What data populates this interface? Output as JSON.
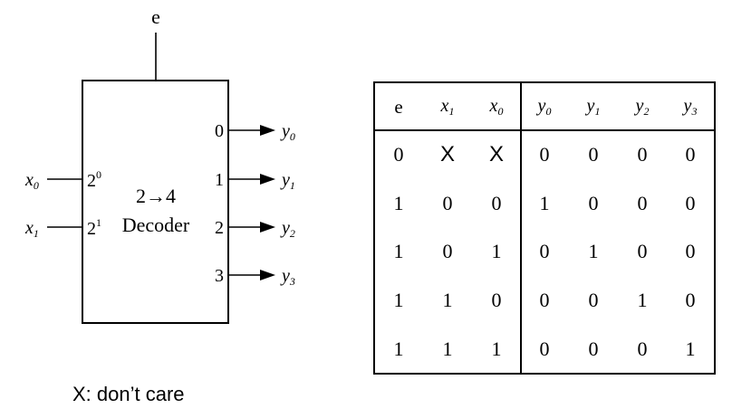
{
  "decoder": {
    "enable": "e",
    "title_line1": "2→4",
    "title_line2": "Decoder",
    "inputs": [
      {
        "var": "x",
        "sub": "0",
        "port": "2",
        "exp": "0"
      },
      {
        "var": "x",
        "sub": "1",
        "port": "2",
        "exp": "1"
      }
    ],
    "outputs": [
      {
        "index": "0",
        "var": "y",
        "sub": "0"
      },
      {
        "index": "1",
        "var": "y",
        "sub": "1"
      },
      {
        "index": "2",
        "var": "y",
        "sub": "2"
      },
      {
        "index": "3",
        "var": "y",
        "sub": "3"
      }
    ]
  },
  "truth_table": {
    "headers": [
      {
        "var": "e",
        "sub": ""
      },
      {
        "var": "x",
        "sub": "1"
      },
      {
        "var": "x",
        "sub": "0"
      },
      {
        "var": "y",
        "sub": "0"
      },
      {
        "var": "y",
        "sub": "1"
      },
      {
        "var": "y",
        "sub": "2"
      },
      {
        "var": "y",
        "sub": "3"
      }
    ],
    "rows": [
      [
        "0",
        "X",
        "X",
        "0",
        "0",
        "0",
        "0"
      ],
      [
        "1",
        "0",
        "0",
        "1",
        "0",
        "0",
        "0"
      ],
      [
        "1",
        "0",
        "1",
        "0",
        "1",
        "0",
        "0"
      ],
      [
        "1",
        "1",
        "0",
        "0",
        "0",
        "1",
        "0"
      ],
      [
        "1",
        "1",
        "1",
        "0",
        "0",
        "0",
        "1"
      ]
    ]
  },
  "note": "X: don’t care"
}
